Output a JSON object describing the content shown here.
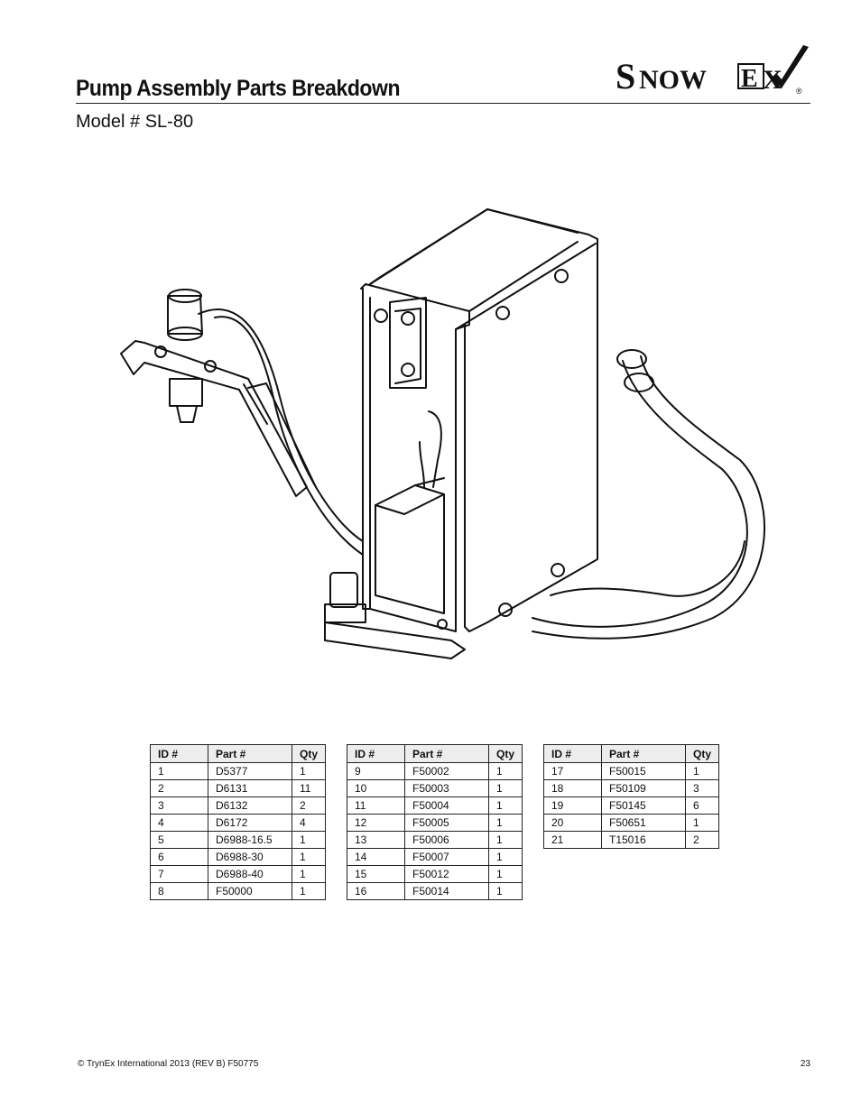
{
  "header": {
    "title": "Pump Assembly Parts Breakdown",
    "subtitle": "Model # SL-80",
    "logo_text": "SnowEx"
  },
  "tables": [
    {
      "headers": [
        "ID #",
        "Part #",
        "Qty"
      ],
      "rows": [
        [
          "1",
          "D5377",
          "1"
        ],
        [
          "2",
          "D6131",
          "11"
        ],
        [
          "3",
          "D6132",
          "2"
        ],
        [
          "4",
          "D6172",
          "4"
        ],
        [
          "5",
          "D6988-16.5",
          "1"
        ],
        [
          "6",
          "D6988-30",
          "1"
        ],
        [
          "7",
          "D6988-40",
          "1"
        ],
        [
          "8",
          "F50000",
          "1"
        ]
      ]
    },
    {
      "headers": [
        "ID #",
        "Part #",
        "Qty"
      ],
      "rows": [
        [
          "9",
          "F50002",
          "1"
        ],
        [
          "10",
          "F50003",
          "1"
        ],
        [
          "11",
          "F50004",
          "1"
        ],
        [
          "12",
          "F50005",
          "1"
        ],
        [
          "13",
          "F50006",
          "1"
        ],
        [
          "14",
          "F50007",
          "1"
        ],
        [
          "15",
          "F50012",
          "1"
        ],
        [
          "16",
          "F50014",
          "1"
        ]
      ]
    },
    {
      "headers": [
        "ID #",
        "Part #",
        "Qty"
      ],
      "rows": [
        [
          "17",
          "F50015",
          "1"
        ],
        [
          "18",
          "F50109",
          "3"
        ],
        [
          "19",
          "F50145",
          "6"
        ],
        [
          "20",
          "F50651",
          "1"
        ],
        [
          "21",
          "T15016",
          "2"
        ]
      ]
    }
  ],
  "footer": {
    "copyright": "© TrynEx International 2013 (REV B) F50775",
    "page_number": "23"
  }
}
